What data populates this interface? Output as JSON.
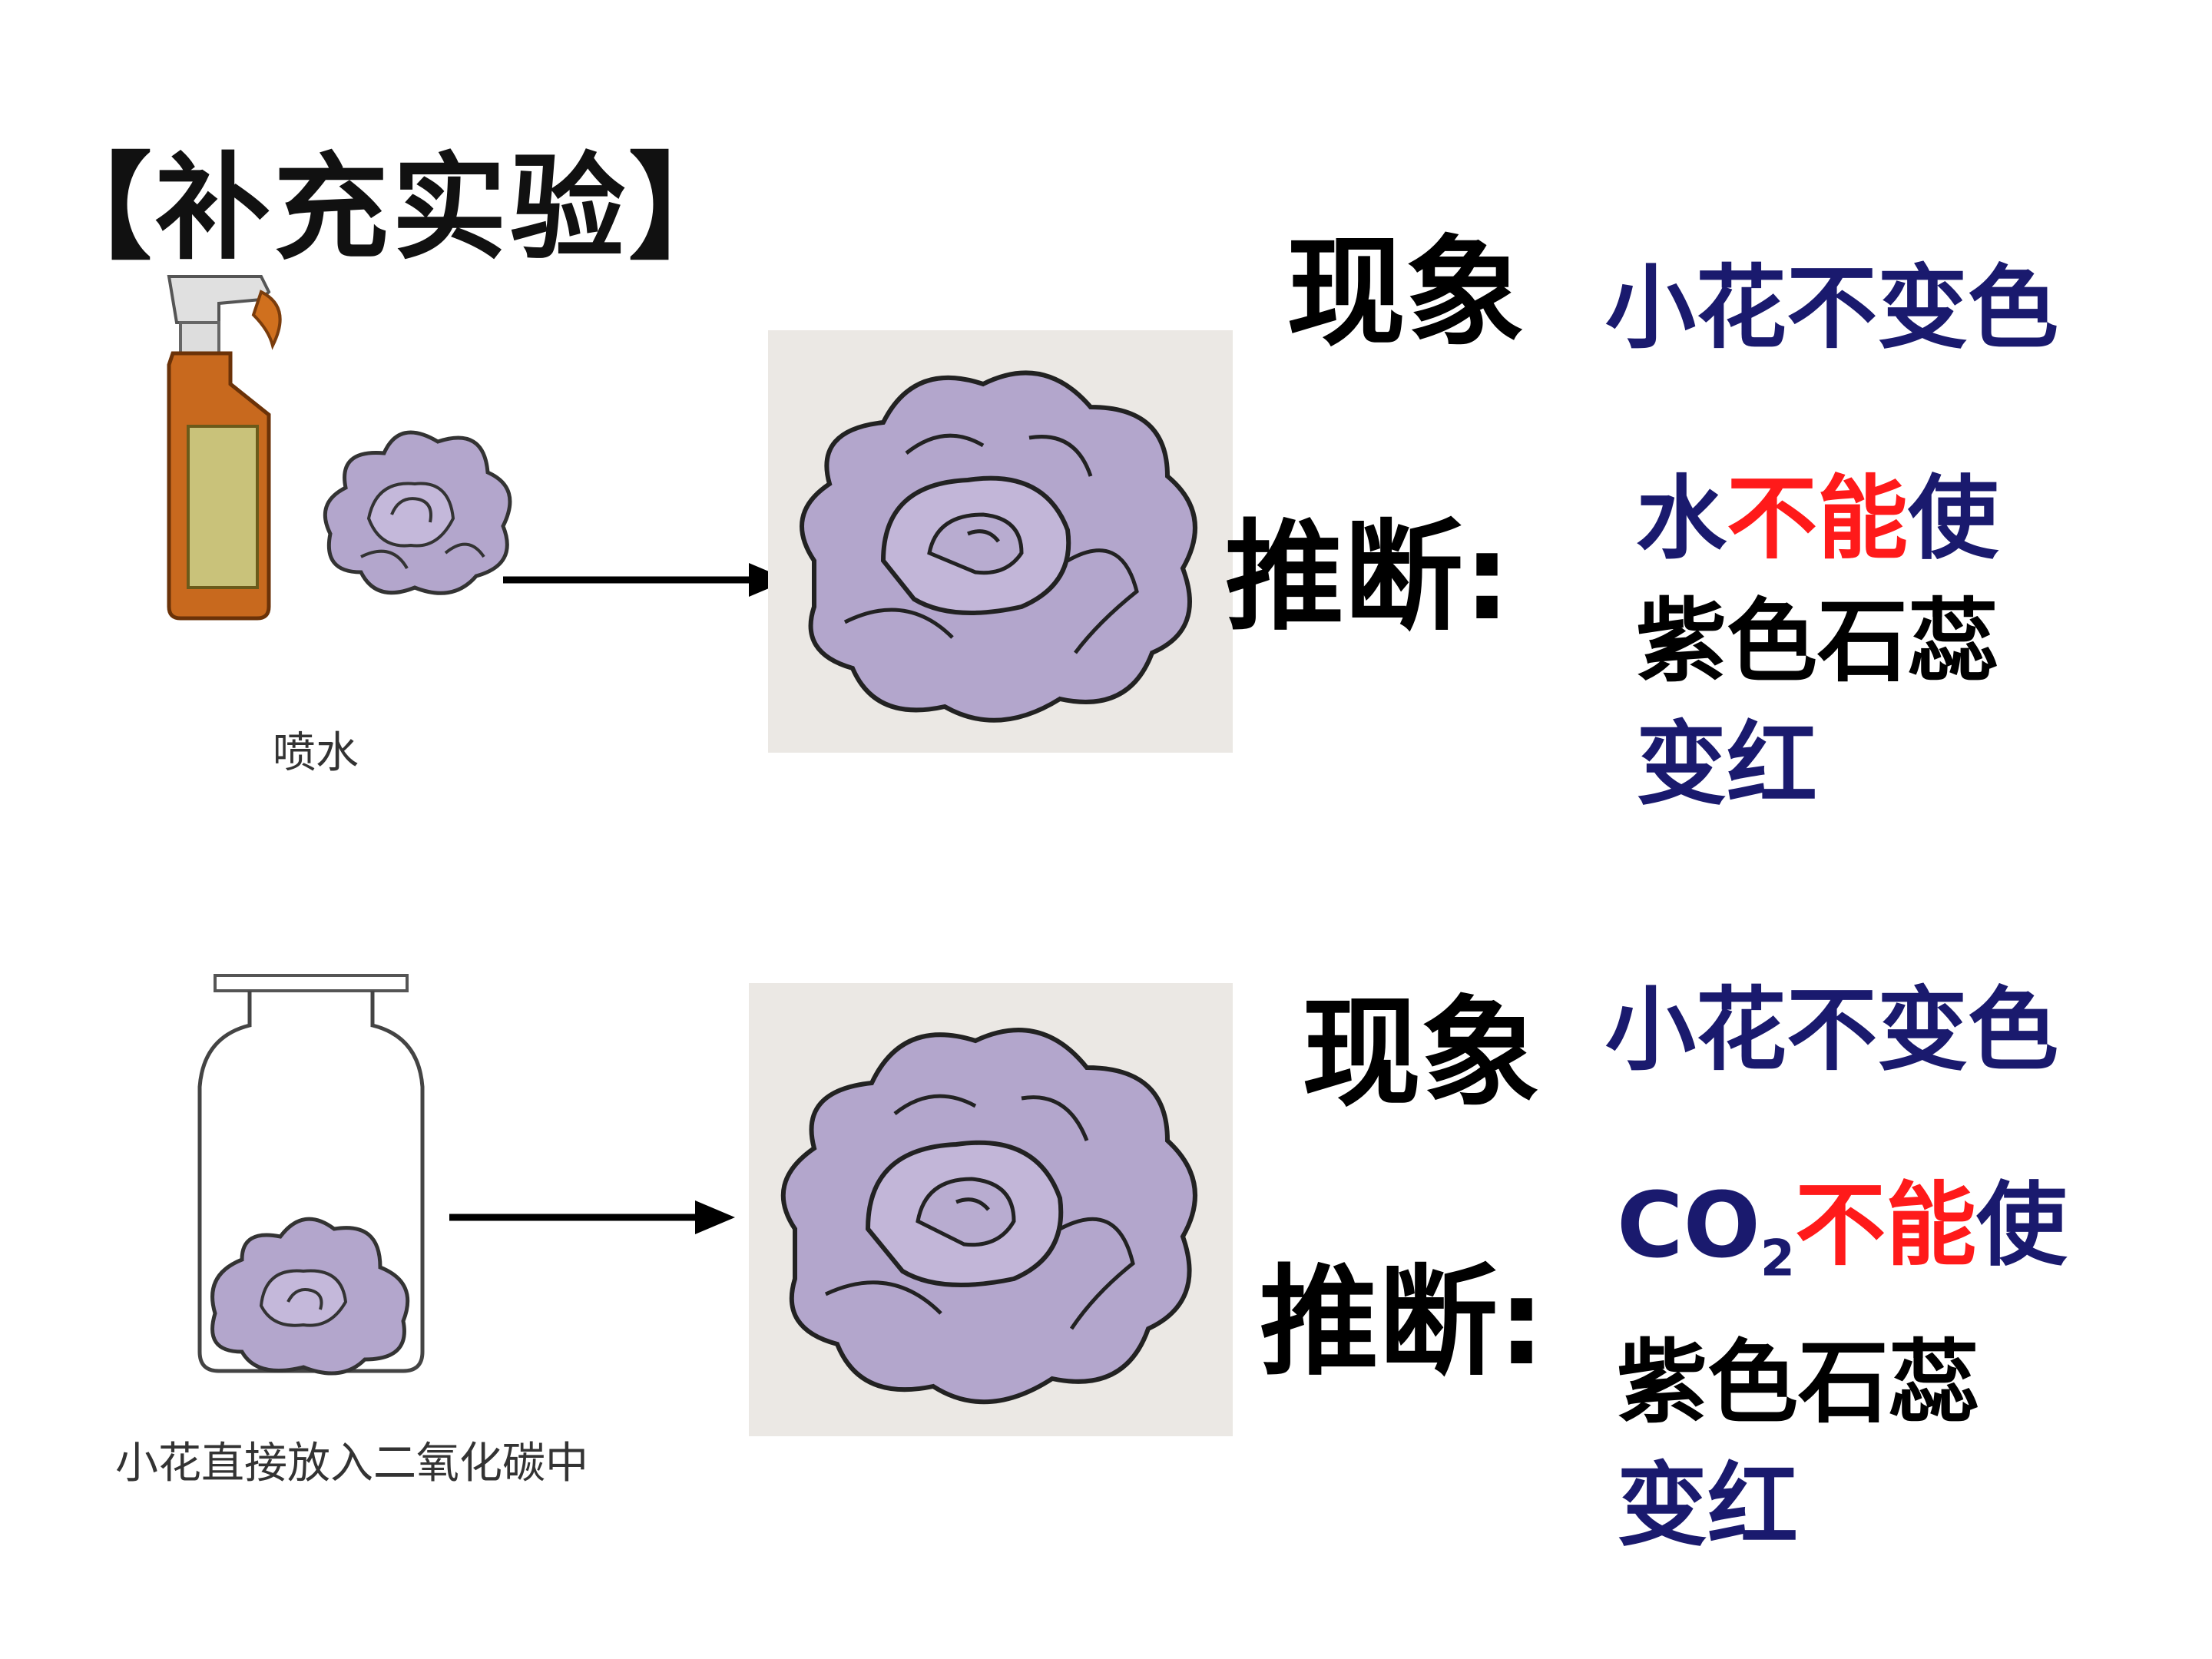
{
  "title": "【补充实验】",
  "experiment1": {
    "caption": "喷水",
    "observation_label": "现象",
    "observation_text": "小花不变色",
    "inference_label": "推断:",
    "inference": {
      "line1_part1": "水",
      "line1_part2": "不能",
      "line1_part3": "使",
      "line2": "紫色石蕊",
      "line3": "变红"
    }
  },
  "experiment2": {
    "caption": "小花直接放入二氧化碳中",
    "observation_label": "现象",
    "observation_text": "小花不变色",
    "inference_label": "推断:",
    "inference": {
      "co": "CO",
      "sub": "2",
      "line1_part2": "不能",
      "line1_part3": "使",
      "line2": "紫色石蕊",
      "line3": "变红"
    }
  },
  "colors": {
    "navy": "#1a1a6e",
    "red": "#ff1a1a",
    "flower": "#b3a6cc",
    "bottle": "#c8691e"
  }
}
